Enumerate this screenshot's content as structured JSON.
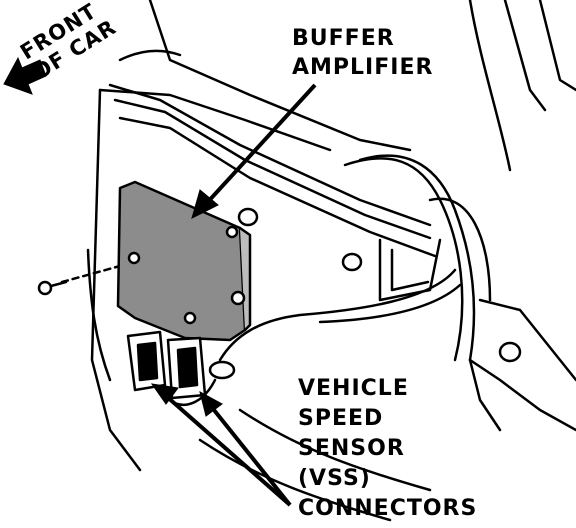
{
  "labels": {
    "front_of_car": [
      "FRONT",
      "OF CAR"
    ],
    "buffer_amplifier": [
      "BUFFER",
      "AMPLIFIER"
    ],
    "vss_connectors": [
      "VEHICLE",
      "SPEED",
      "SENSOR",
      "(VSS)",
      "CONNECTORS"
    ]
  },
  "colors": {
    "ink": "#000000",
    "paper": "#ffffff",
    "module_fill": "#8c8c8c"
  }
}
